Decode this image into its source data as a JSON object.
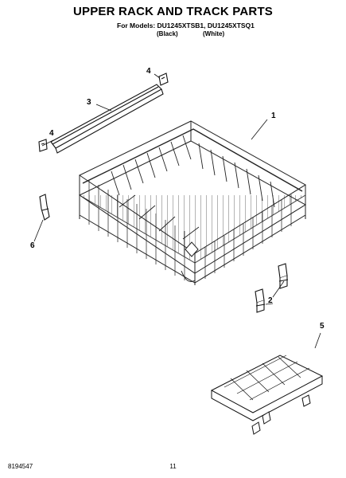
{
  "header": {
    "title": "UPPER RACK AND TRACK PARTS",
    "models_line": "For Models: DU1245XTSB1, DU1245XTSQ1",
    "variants": [
      "(Black)",
      "(White)"
    ]
  },
  "callouts": [
    "1",
    "2",
    "3",
    "4",
    "4",
    "5",
    "6"
  ],
  "footer": {
    "doc_number": "8194547",
    "page_number": "11"
  }
}
